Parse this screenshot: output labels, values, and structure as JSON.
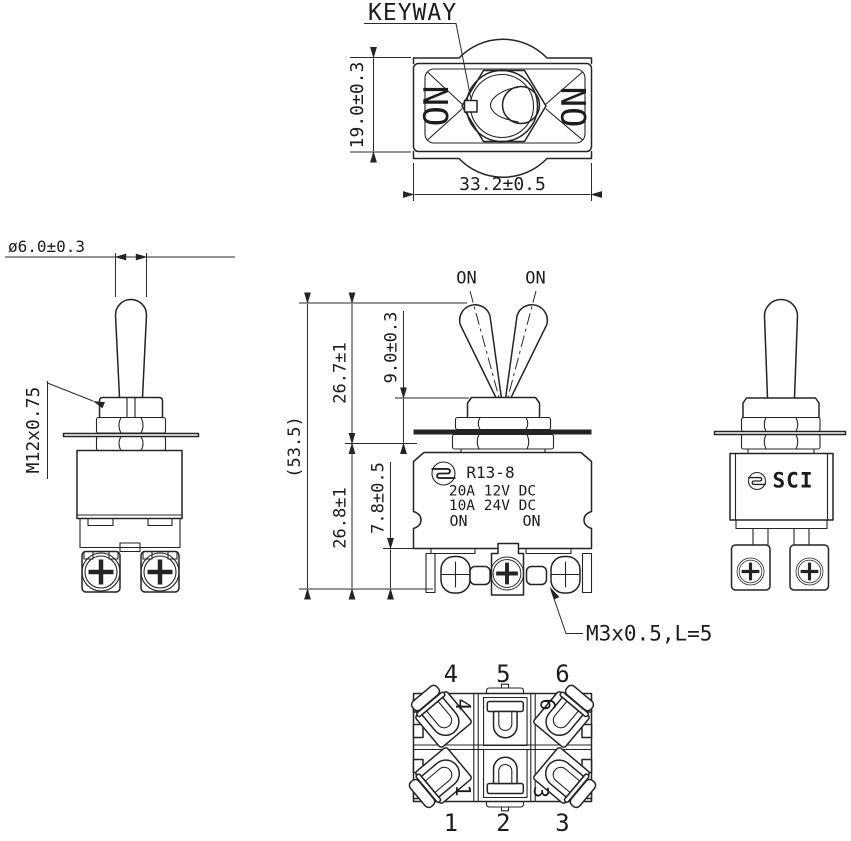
{
  "colors": {
    "line": "#242424",
    "background": "#ffffff"
  },
  "top_view": {
    "keyway_label": "KEYWAY",
    "on_left": "ON",
    "on_right": "ON",
    "height_dim": "19.0±0.3",
    "width_dim": "33.2±0.5"
  },
  "side_view_left": {
    "lever_diameter_dim": "ø6.0±0.3",
    "bushing_thread_dim": "M12x0.75"
  },
  "front_view": {
    "pos_label_left": "ON",
    "pos_label_right": "ON",
    "overall_height_dim": "(53.5)",
    "lever_height_dim": "26.7±1",
    "bushing_height_dim": "9.0±0.3",
    "body_height_dim": "26.8±1",
    "terminal_height_dim": "7.8±0.5",
    "model": "R13-8",
    "rating_line1": "20A 12V DC",
    "rating_line2": "10A 24V DC",
    "marking_left": "ON",
    "marking_right": "ON",
    "terminal_screw_dim": "M3x0.5,L=5"
  },
  "side_view_right": {
    "brand": "SCI"
  },
  "bottom_view": {
    "terminals_top": [
      "4",
      "5",
      "6"
    ],
    "terminals_bottom": [
      "1",
      "2",
      "3"
    ],
    "inner_marks": {
      "tl": "4",
      "tr": "6",
      "bl": "1",
      "br": "3"
    }
  }
}
